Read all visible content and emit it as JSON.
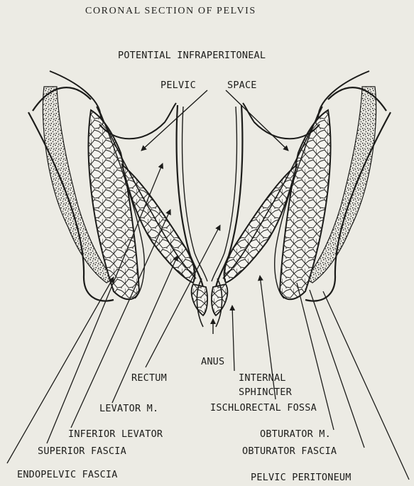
{
  "figure": {
    "title": "CORONAL SECTION OF PELVIS"
  },
  "labels": {
    "potential_infraperitoneal": "POTENTIAL  INFRAPERITONEAL",
    "pelvic": "PELVIC",
    "space": "SPACE",
    "anus": "ANUS",
    "rectum": "RECTUM",
    "internal": "INTERNAL",
    "sphincter": "SPHINCTER",
    "levator_m": "LEVATOR M.",
    "ischiorectal_fossa": "ISCHLORECTAL FOSSA",
    "inferior_levator": "INFERIOR LEVATOR",
    "obturator_m": "OBTURATOR M.",
    "superior_fascia": "SUPERIOR  FASCIA",
    "obturator_fascia": "OBTURATOR  FASCIA",
    "endopelvic_fascia": "ENDOPELVIC FASCIA",
    "pelvic_peritoneum": "PELVIC PERITONEUM"
  },
  "colors": {
    "paper": "#ecebe4",
    "ink": "#1c1c1a",
    "bone_stipple": "#2a2a28"
  }
}
